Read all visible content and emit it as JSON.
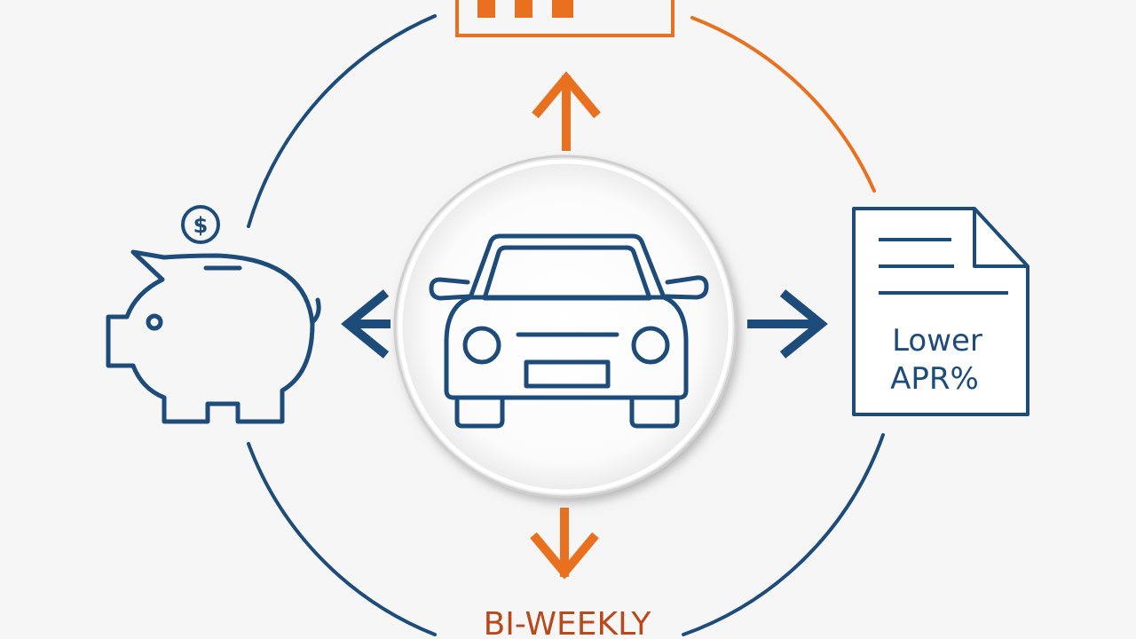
{
  "document": {
    "labels": {
      "lower_apr_line1": "Lower",
      "lower_apr_line2": "APR%",
      "bi_weekly": "BI-WEEKLY"
    },
    "symbols": {
      "coin": "$"
    },
    "icons": {
      "center": "car-icon",
      "left": "piggy-bank-icon",
      "right": "document-icon",
      "top": "calendar-icon"
    },
    "colors": {
      "navy": "#1d4c7a",
      "orange": "#e8701f",
      "background": "#f6f6f6",
      "label_text": "#b84a1a"
    }
  }
}
